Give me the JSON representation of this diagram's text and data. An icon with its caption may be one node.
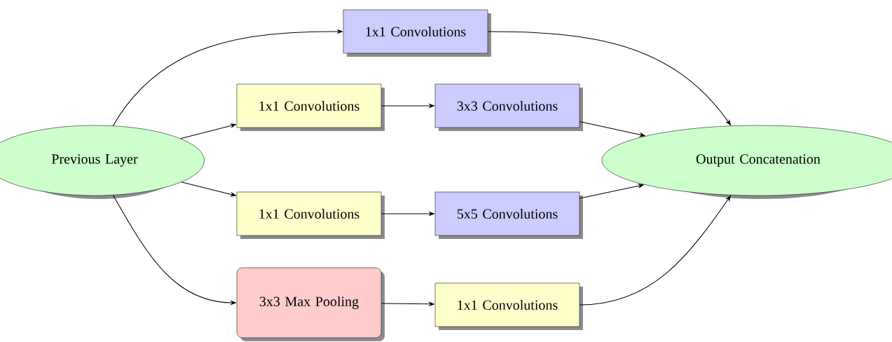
{
  "diagram": {
    "nodes": [
      {
        "text": [
          "Previous Layer"
        ]
      },
      {
        "text": [
          "1x1 Convolutions"
        ]
      },
      {
        "text": [
          "1x1 Convolutions"
        ]
      },
      {
        "text": [
          "3x3 Convolutions"
        ]
      },
      {
        "text": [
          "Output Concatenation"
        ]
      },
      {
        "text": [
          "1x1 Convolutions"
        ]
      },
      {
        "text": [
          "5x5 Convolutions"
        ]
      },
      {
        "text": [
          "3x3 Max Pooling"
        ]
      },
      {
        "text": [
          "1x1 Convolutions"
        ]
      }
    ],
    "edges": [
      {
        "from": 0,
        "to": 1,
        "arrow": "to"
      },
      {
        "from": 0,
        "to": 2,
        "arrow": "to"
      },
      {
        "from": 0,
        "to": 5,
        "arrow": "to"
      },
      {
        "from": 0,
        "to": 7,
        "arrow": "to"
      },
      {
        "from": 2,
        "to": 3,
        "arrow": "to"
      },
      {
        "from": 5,
        "to": 6,
        "arrow": "to"
      },
      {
        "from": 7,
        "to": 8,
        "arrow": "to"
      },
      {
        "from": 1,
        "to": 4,
        "arrow": "to"
      },
      {
        "from": 3,
        "to": 4,
        "arrow": "to"
      },
      {
        "from": 6,
        "to": 4,
        "arrow": "to"
      },
      {
        "from": 8,
        "to": 4,
        "arrow": "to"
      }
    ]
  }
}
